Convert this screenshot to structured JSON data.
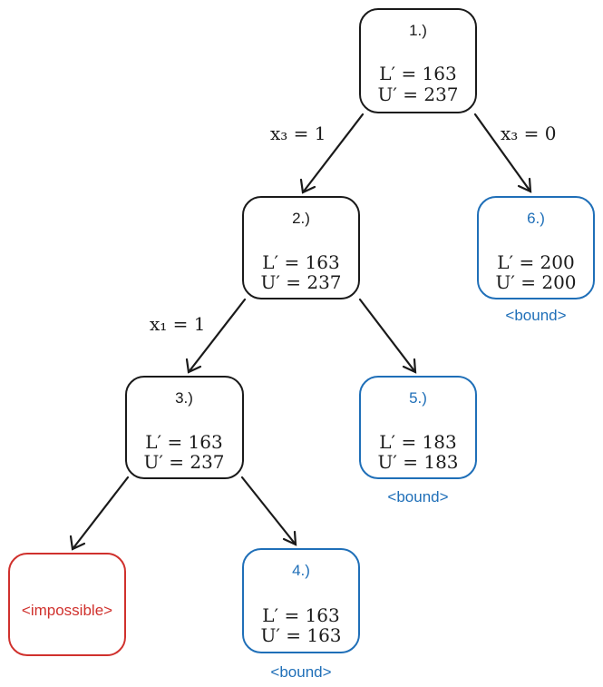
{
  "colors": {
    "default": "#1a1a1a",
    "bound": "#1f6fb8",
    "impossible": "#d0312d"
  },
  "nodes": {
    "n1": {
      "number": "1.)",
      "lower": "L′ = 163",
      "upper": "U′ = 237",
      "status": ""
    },
    "n2": {
      "number": "2.)",
      "lower": "L′ = 163",
      "upper": "U′ = 237",
      "status": ""
    },
    "n3": {
      "number": "3.)",
      "lower": "L′ = 163",
      "upper": "U′ = 237",
      "status": ""
    },
    "n4": {
      "number": "4.)",
      "lower": "L′ = 163",
      "upper": "U′ = 163",
      "status": "<bound>"
    },
    "n5": {
      "number": "5.)",
      "lower": "L′ = 183",
      "upper": "U′ = 183",
      "status": "<bound>"
    },
    "n6": {
      "number": "6.)",
      "lower": "L′ = 200",
      "upper": "U′ = 200",
      "status": "<bound>"
    },
    "impossible": {
      "label": "<impossible>"
    }
  },
  "edges": {
    "e1_2": "x₃ = 1",
    "e1_6": "x₃ = 0",
    "e2_3": "x₁ = 1"
  }
}
